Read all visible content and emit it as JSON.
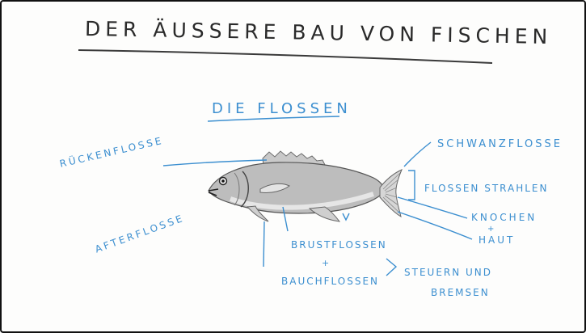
{
  "title": "Der Äußere Bau von Fischen",
  "subtitle": "Die Flossen",
  "labels": {
    "rueckenflosse": "Rückenflosse",
    "afterflosse": "Afterflosse",
    "schwanzflosse": "Schwanzflosse",
    "flossenstrahlen": "Flossen Strahlen",
    "knochen": "Knochen",
    "plus1": "+",
    "haut": "Haut",
    "brustflossen": "Brustflossen",
    "plus2": "+",
    "bauchflossen": "Bauchflossen",
    "steuern": "Steuern und",
    "bremsen": "Bremsen"
  },
  "colors": {
    "ink_dark": "#2a2a2a",
    "ink_blue": "#3c8fd0",
    "background": "#fdfdfc"
  }
}
